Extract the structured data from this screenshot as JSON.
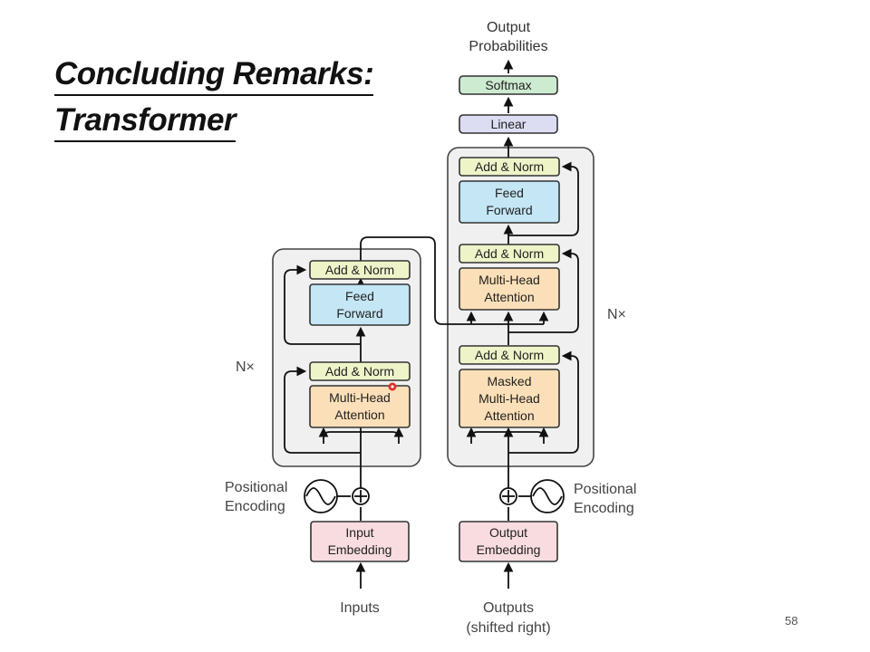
{
  "slide": {
    "title_line1": "Concluding Remarks:",
    "title_line2": "Transformer",
    "page_number": "58"
  },
  "diagram": {
    "output_probabilities": [
      "Output",
      "Probabilities"
    ],
    "softmax": "Softmax",
    "linear": "Linear",
    "add_norm": "Add & Norm",
    "feed_forward": [
      "Feed",
      "Forward"
    ],
    "multi_head_attention": [
      "Multi-Head",
      "Attention"
    ],
    "masked_multi_head_attention": [
      "Masked",
      "Multi-Head",
      "Attention"
    ],
    "input_embedding": [
      "Input",
      "Embedding"
    ],
    "output_embedding": [
      "Output",
      "Embedding"
    ],
    "positional_encoding": [
      "Positional",
      "Encoding"
    ],
    "nx": "N×",
    "inputs": "Inputs",
    "outputs": [
      "Outputs",
      "(shifted right)"
    ]
  },
  "colors": {
    "add_norm": "#eef4c8",
    "feed_forward": "#c4e6f5",
    "attention": "#fbdfb8",
    "embedding": "#f8dce0",
    "softmax": "#cdebd0",
    "linear": "#dcdcf3",
    "block_bg": "#f0f0f0",
    "cursor": "#e0302a"
  }
}
